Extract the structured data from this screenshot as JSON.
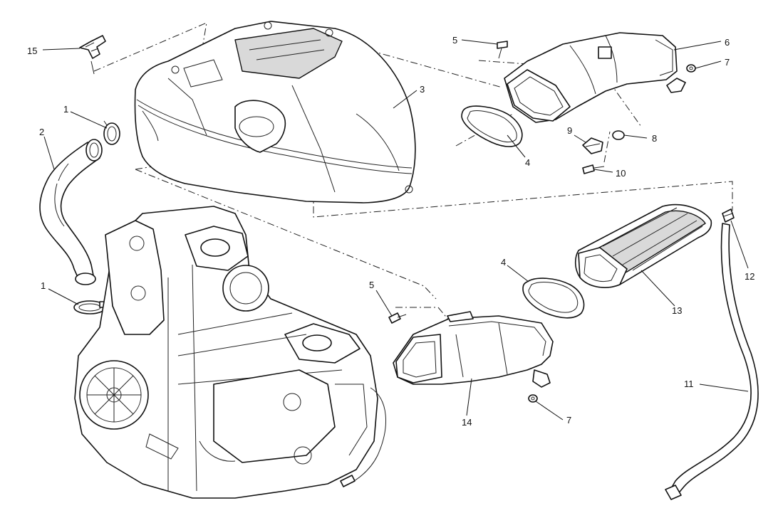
{
  "callouts": [
    "15",
    "1",
    "2",
    "1",
    "3",
    "5",
    "6",
    "7",
    "9",
    "8",
    "10",
    "4",
    "4",
    "5",
    "14",
    "7",
    "13",
    "12",
    "11"
  ]
}
